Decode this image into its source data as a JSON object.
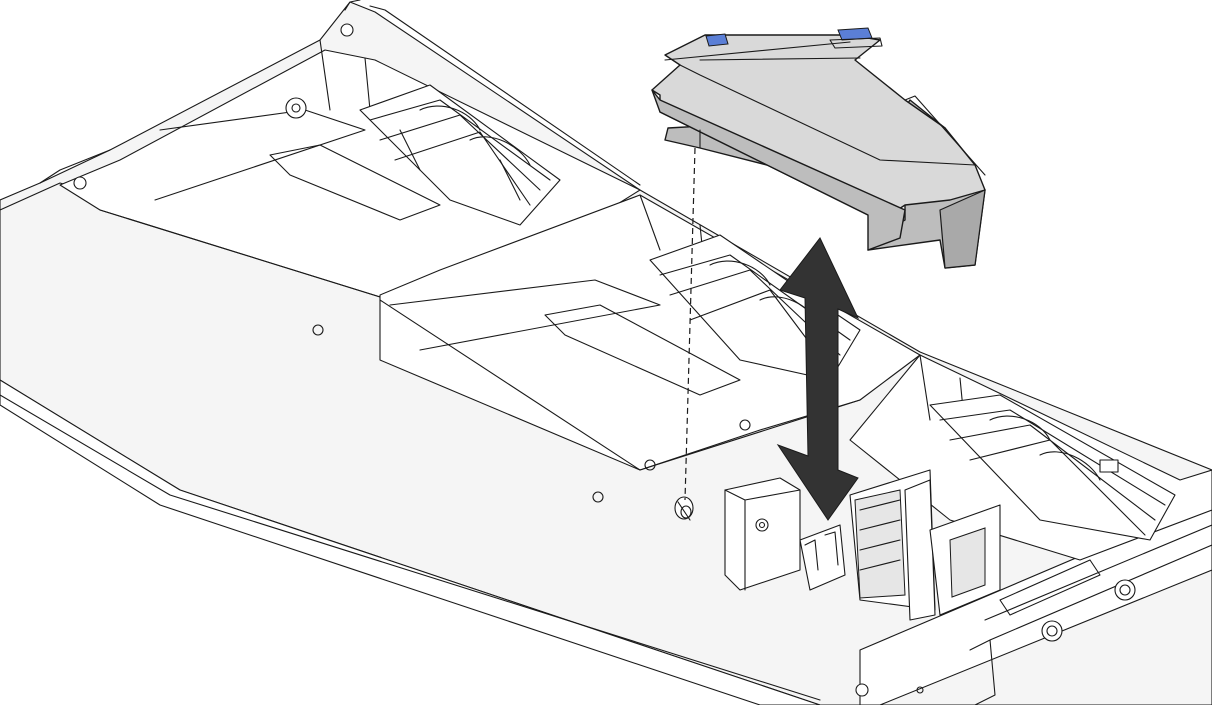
{
  "figure": {
    "colors": {
      "chassis_fill": "#f5f5f5",
      "line": "#1a1a1a",
      "air_duct": "#d9d9d9",
      "air_duct_side": "#bdbdbd",
      "release_tab": "#5b7fd6",
      "motion_arrow": "#333333"
    },
    "components": {
      "chassis": "server-chassis",
      "air_duct": "air-duct",
      "guide_pin": "guide-pin",
      "fan_bays": [
        "fan-bay-left",
        "fan-bay-middle",
        "fan-bay-right"
      ],
      "motion": "vertical-double-arrow",
      "alignment": "dashed-alignment-line"
    }
  }
}
